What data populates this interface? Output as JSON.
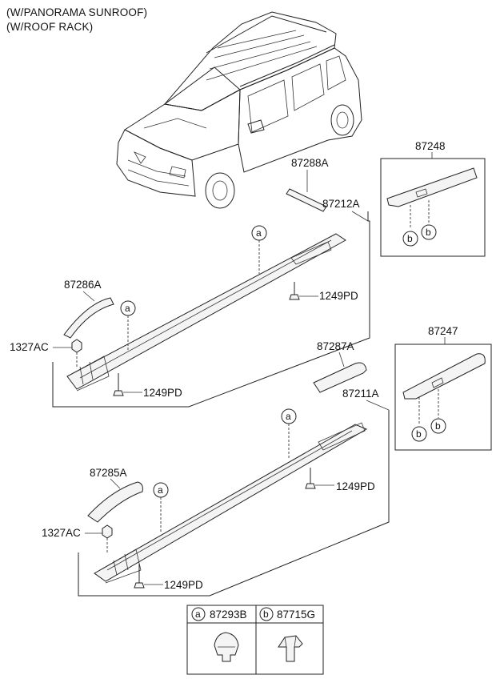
{
  "header": {
    "line1": "(W/PANORAMA SUNROOF)",
    "line2": "(W/ROOF RACK)"
  },
  "callouts": {
    "a": "a",
    "b": "b"
  },
  "parts": {
    "p87248": "87248",
    "p87288A": "87288A",
    "p87212A": "87212A",
    "p87286A": "87286A",
    "p1249PD": "1249PD",
    "p1327AC": "1327AC",
    "p87287A": "87287A",
    "p87247": "87247",
    "p87211A": "87211A",
    "p87285A": "87285A"
  },
  "legend": {
    "a_part": "87293B",
    "b_part": "87715G"
  }
}
